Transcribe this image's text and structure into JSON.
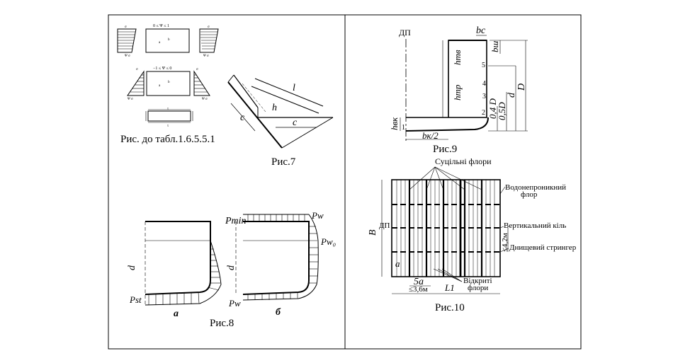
{
  "fig_table": {
    "caption": "Рис. до табл.1.6.5.5.1",
    "range1": "0 ≤ Ψ ≤ 1",
    "range2": "−1 ≤ Ψ ≤ 0",
    "sigma": "σ",
    "psi_sigma": "Ψ σ",
    "a": "a",
    "b": "b",
    "tau": "τ"
  },
  "fig7": {
    "caption": "Рис.7",
    "l": "l",
    "h": "h",
    "c": "c"
  },
  "fig8": {
    "caption": "Рис.8",
    "d": "d",
    "pst": "Pst",
    "pmin": "Pmin",
    "pw": "Pw",
    "pw0": "Pw₀",
    "label_a": "а",
    "label_b": "б"
  },
  "fig9": {
    "caption": "Рис.9",
    "dp": "ДП",
    "bc": "bc",
    "bsh": "bш",
    "htv": "hтв",
    "htr": "hтр",
    "hvk": "hвк",
    "bk2": "bк/2",
    "D": "D",
    "d": "d",
    "d_0_4D": "0,4 D",
    "d_0_5D": "0,5D",
    "n1": "1",
    "n2": "2",
    "n3": "3",
    "n4": "4",
    "n5": "5"
  },
  "fig10": {
    "caption": "Рис.10",
    "solid_floors": "Суцільні флори",
    "watertight_1": "Водонепроникний",
    "watertight_2": "флор",
    "vertical_keel": "Вертикальний кіль",
    "bottom_stringer": "Днищевий стрингер",
    "open_1": "Відкриті",
    "open_2": "флори",
    "B": "B",
    "dp": "ДП",
    "a": "a",
    "five_a": "5a",
    "le36": "≤3,6м",
    "le42": "≤4,2м",
    "L1": "L1"
  }
}
